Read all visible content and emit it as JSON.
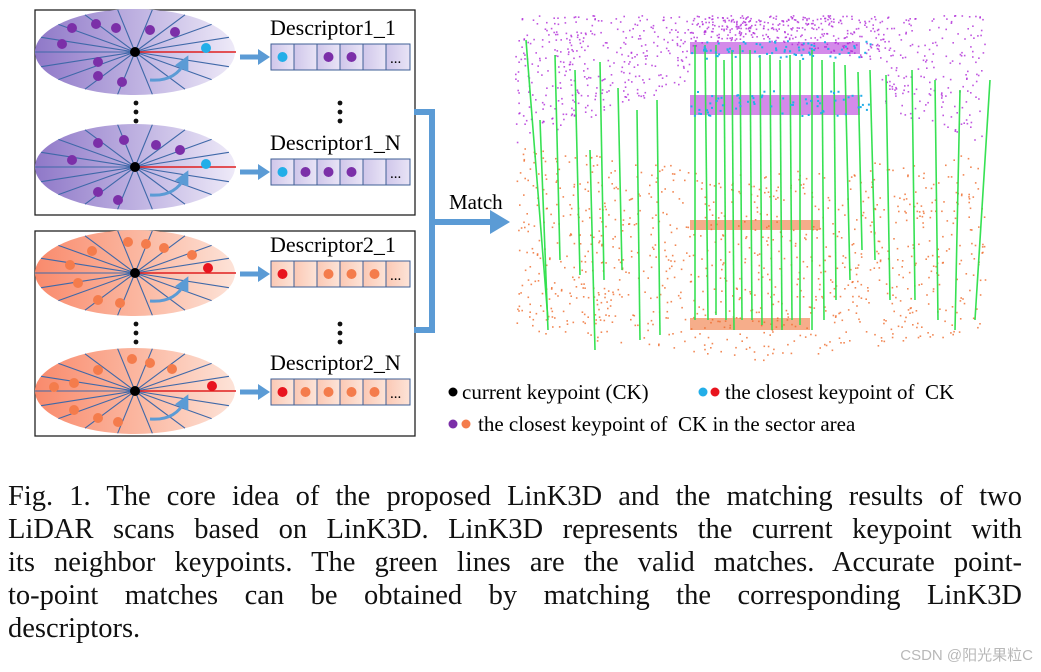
{
  "figure": {
    "descriptor_labels": {
      "d1_first": "Descriptor1_1",
      "d1_last": "Descriptor1_N",
      "d2_first": "Descriptor2_1",
      "d2_last": "Descriptor2_N"
    },
    "cell_ellipsis": "...",
    "match_label": "Match",
    "legend": {
      "current_keypoint": "current keypoint (CK)",
      "closest_keypoint": "the closest keypoint of  CK",
      "closest_in_sector": "the closest keypoint of  CK in the sector area"
    },
    "colors": {
      "purple_dot": "#7b2fa8",
      "cyan_dot": "#22aee8",
      "orange_dot": "#f47c4c",
      "red_dot": "#e8141e",
      "arrow_blue": "#5b9bd5",
      "match_green": "#2de04a",
      "scan1_purple": "#b02ad8",
      "scan2_orange": "#ef6a2a"
    }
  },
  "caption": {
    "line1": "Fig. 1.  The core idea of the proposed LinK3D and the matching results of two",
    "line2": "LiDAR scans based on LinK3D. LinK3D represents the current keypoint with",
    "line3": "its neighbor keypoints. The green lines are the valid matches. Accurate point-",
    "line4": "to-point matches can be obtained by matching the corresponding LinK3D",
    "line5": "descriptors."
  },
  "watermark": "CSDN @阳光果粒C"
}
